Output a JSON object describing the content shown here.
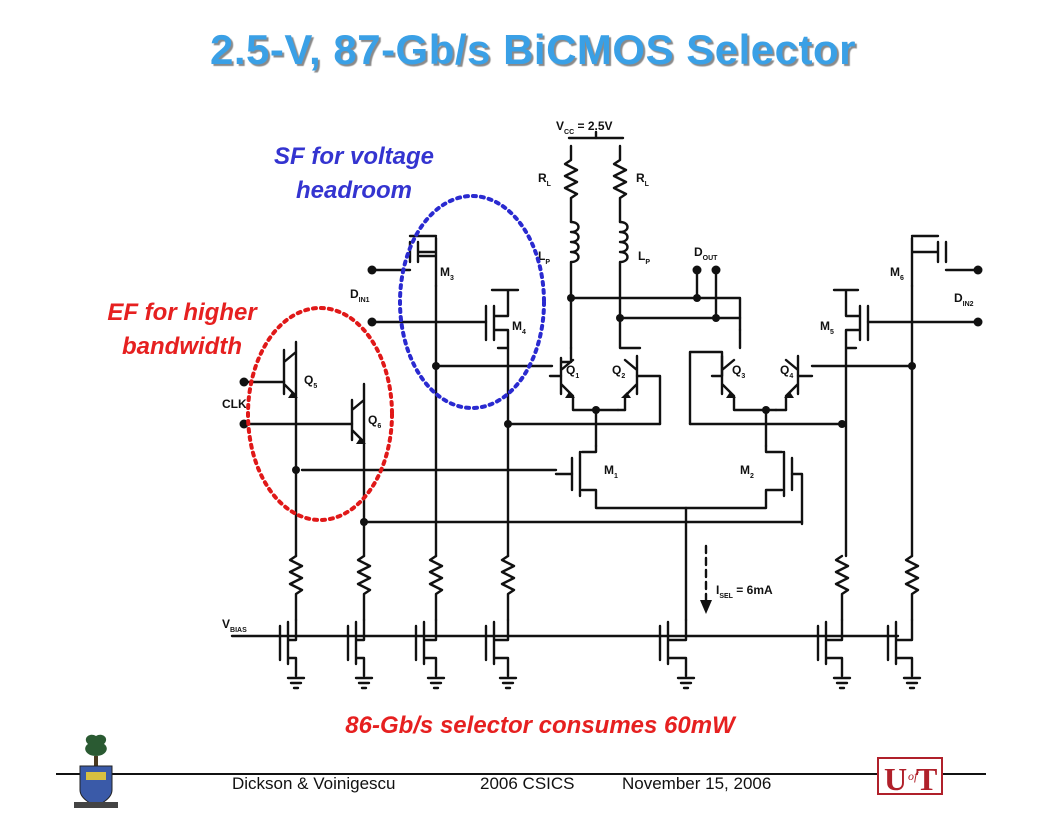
{
  "slide": {
    "title": "2.5-V, 87-Gb/s BiCMOS Selector",
    "annotations": {
      "sf_line1": "SF for voltage",
      "sf_line2": "headroom",
      "ef_line1": "EF for higher",
      "ef_line2": "bandwidth"
    },
    "caption": "86-Gb/s selector consumes 60mW",
    "footer": {
      "authors": "Dickson & Voinigescu",
      "conference": "2006 CSICS",
      "date": "November 15, 2006"
    },
    "logo_right": {
      "text_u": "U",
      "text_of": "of",
      "text_t": "T",
      "color": "#b0202a"
    }
  },
  "circuit": {
    "vcc": {
      "main": "V",
      "sub": "CC",
      "rest": " = 2.5V"
    },
    "rl": {
      "main": "R",
      "sub": "L"
    },
    "lp": {
      "main": "L",
      "sub": "P"
    },
    "dout": {
      "main": "D",
      "sub": "OUT"
    },
    "din1": {
      "main": "D",
      "sub": "IN1"
    },
    "din2": {
      "main": "D",
      "sub": "IN2"
    },
    "clk": "CLK",
    "vbias": {
      "main": "V",
      "sub": "BIAS"
    },
    "isel": {
      "main": "I",
      "sub": "SEL",
      "rest": " = 6mA"
    },
    "m1": {
      "main": "M",
      "sub": "1"
    },
    "m2": {
      "main": "M",
      "sub": "2"
    },
    "m3": {
      "main": "M",
      "sub": "3"
    },
    "m4": {
      "main": "M",
      "sub": "4"
    },
    "m5": {
      "main": "M",
      "sub": "5"
    },
    "m6": {
      "main": "M",
      "sub": "6"
    },
    "q1": {
      "main": "Q",
      "sub": "1"
    },
    "q2": {
      "main": "Q",
      "sub": "2"
    },
    "q3": {
      "main": "Q",
      "sub": "3"
    },
    "q4": {
      "main": "Q",
      "sub": "4"
    },
    "q5": {
      "main": "Q",
      "sub": "5"
    },
    "q6": {
      "main": "Q",
      "sub": "6"
    },
    "colors": {
      "wire": "#111111",
      "sf_ellipse": "#2a2ad0",
      "ef_ellipse": "#e01818"
    }
  }
}
